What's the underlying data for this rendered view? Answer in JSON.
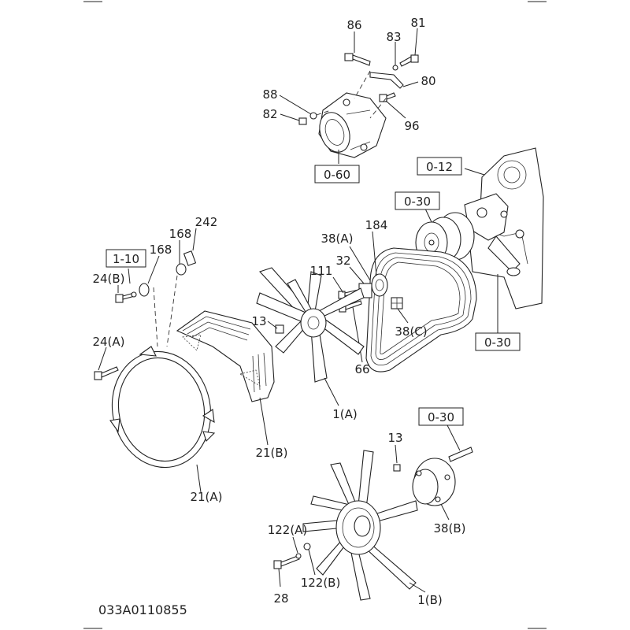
{
  "figure_id": "033A0110855",
  "labels": {
    "p86": "86",
    "p83": "83",
    "p81": "81",
    "p80": "80",
    "p88": "88",
    "p82": "82",
    "p96": "96",
    "ref_0_60": "0-60",
    "ref_0_12": "0-12",
    "ref_0_30_a": "0-30",
    "ref_0_30_b": "0-30",
    "ref_0_30_c": "0-30",
    "ref_1_10": "1-10",
    "p242": "242",
    "p168_a": "168",
    "p168_b": "168",
    "p24b": "24(B)",
    "p24a": "24(A)",
    "p184": "184",
    "p38a": "38(A)",
    "p32": "32",
    "p111": "111",
    "p13_a": "13",
    "p66": "66",
    "p38c": "38(C)",
    "p1a": "1(A)",
    "p21b": "21(B)",
    "p21a": "21(A)",
    "p13_b": "13",
    "p38b": "38(B)",
    "p122a": "122(A)",
    "p122b": "122(B)",
    "p28": "28",
    "p1b": "1(B)"
  }
}
